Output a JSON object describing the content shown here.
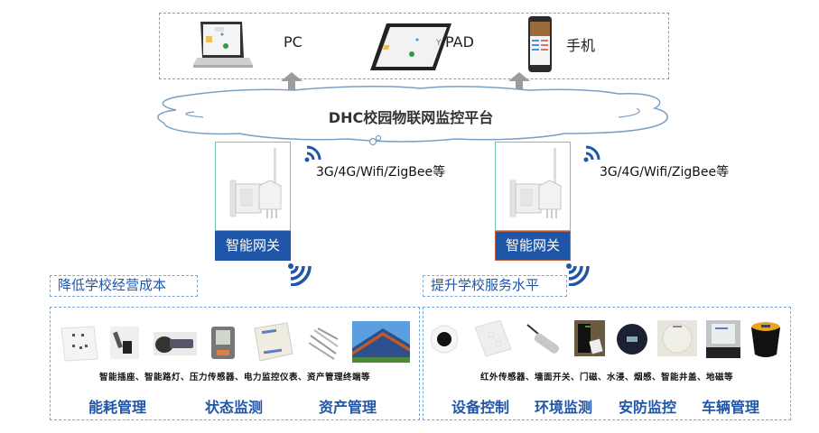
{
  "devices": {
    "items": [
      {
        "name": "PC",
        "icon": "laptop-icon"
      },
      {
        "name": "PAD",
        "icon": "tablet-icon"
      },
      {
        "name": "手机",
        "icon": "phone-icon"
      }
    ]
  },
  "platform": {
    "title": "DHC校园物联网监控平台"
  },
  "gateways": [
    {
      "label": "智能网关",
      "protocol": "3G/4G/Wifi/ZigBee等"
    },
    {
      "label": "智能网关",
      "protocol": "3G/4G/Wifi/ZigBee等"
    }
  ],
  "sections": [
    {
      "title": "降低学校经营成本",
      "description": "智能插座、智能路灯、压力传感器、电力监控仪表、资产管理终端等",
      "products": [
        "smart-socket",
        "smart-street-light",
        "pressure-sensor",
        "power-meter",
        "monitor-box",
        "asset-tags",
        "solar-panel"
      ],
      "categories": [
        "能耗管理",
        "状态监测",
        "资产管理"
      ]
    },
    {
      "title": "提升学校服务水平",
      "description": "红外传感器、墙面开关、门磁、水浸、烟感、智能井盖、地磁等",
      "products": [
        "infrared-sensor",
        "wall-switch",
        "water-sensor-probe",
        "door-magnet",
        "round-sensor",
        "smoke-detector",
        "manhole-box",
        "geomagnetic-sensor"
      ],
      "categories": [
        "设备控制",
        "环境监测",
        "安防监控",
        "车辆管理"
      ]
    }
  ],
  "colors": {
    "accent": "#1f56a8",
    "dash_border": "#79a6d6",
    "gateway_border": "#6cc6b0",
    "cloud_stroke": "#7a9fc4"
  }
}
